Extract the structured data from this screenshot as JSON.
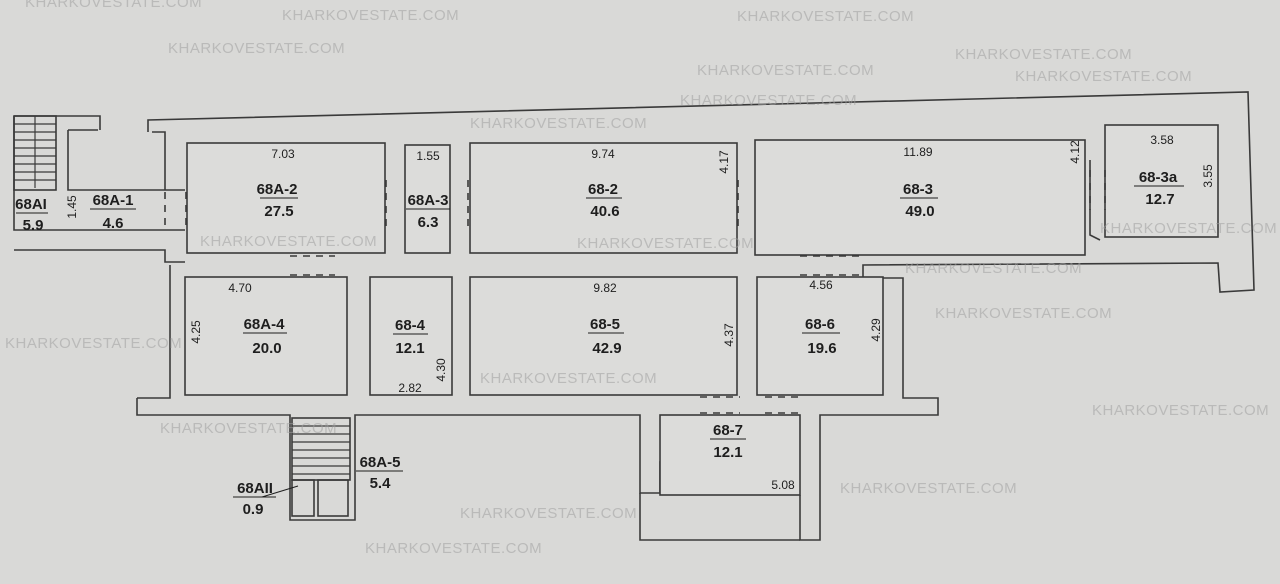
{
  "watermark": "KHARKOVESTATE.COM",
  "rooms": [
    {
      "id": "68AI",
      "area": "5.9"
    },
    {
      "id": "68A-1",
      "area": "4.6"
    },
    {
      "id": "68A-2",
      "area": "27.5"
    },
    {
      "id": "68A-3",
      "area": "6.3"
    },
    {
      "id": "68-2",
      "area": "40.6"
    },
    {
      "id": "68-3",
      "area": "49.0"
    },
    {
      "id": "68-3a",
      "area": "12.7"
    },
    {
      "id": "68A-4",
      "area": "20.0"
    },
    {
      "id": "68-4",
      "area": "12.1"
    },
    {
      "id": "68-5",
      "area": "42.9"
    },
    {
      "id": "68-6",
      "area": "19.6"
    },
    {
      "id": "68-7",
      "area": "12.1"
    },
    {
      "id": "68A-5",
      "area": "5.4"
    },
    {
      "id": "68AII",
      "area": "0.9"
    }
  ],
  "dimensions": [
    "1.45",
    "7.03",
    "1.55",
    "9.74",
    "4.17",
    "11.89",
    "4.12",
    "3.58",
    "3.55",
    "4.70",
    "4.25",
    "4.30",
    "2.82",
    "9.82",
    "4.37",
    "4.56",
    "4.29",
    "5.08"
  ]
}
